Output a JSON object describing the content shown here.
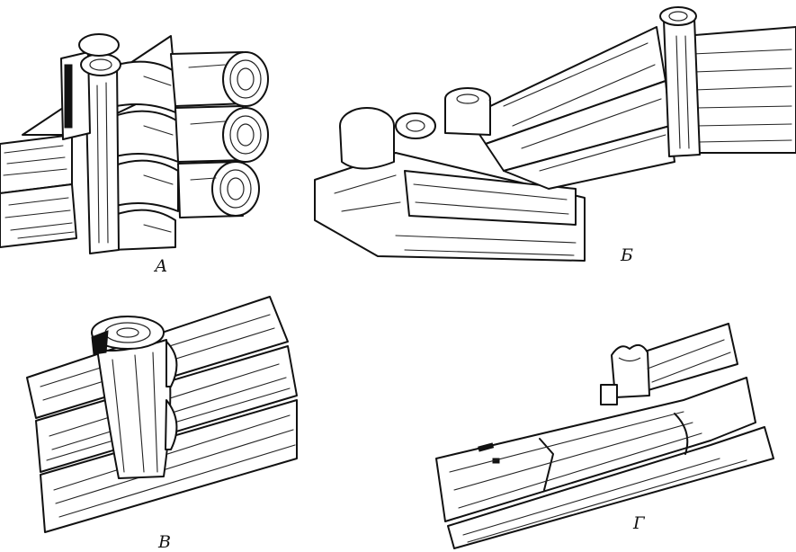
{
  "labels": {
    "a": "А",
    "b": "Б",
    "v": "В",
    "g": "Г"
  },
  "colors": {
    "ink": "#111111",
    "paper": "#ffffff"
  }
}
